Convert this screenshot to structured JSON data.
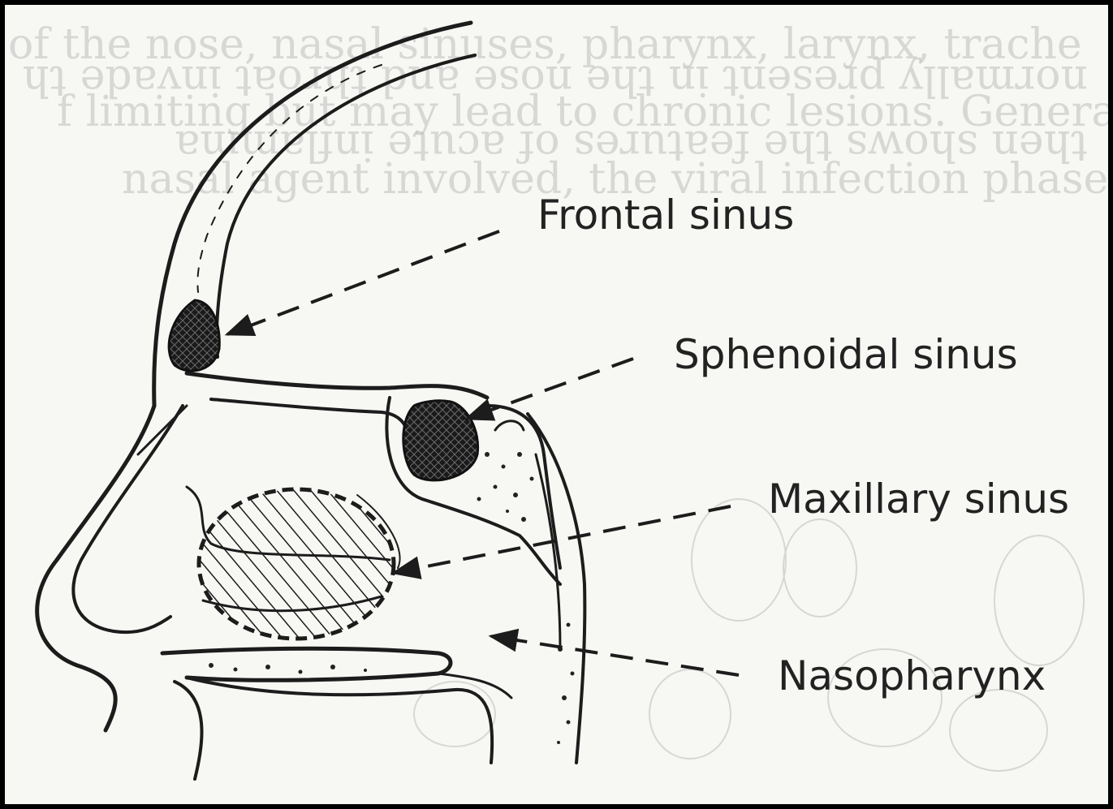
{
  "labels": {
    "frontal": "Frontal sinus",
    "sphenoidal": "Sphenoidal sinus",
    "maxillary": "Maxillary sinus",
    "nasopharynx": "Nasopharynx"
  },
  "bleed_through_text": [
    "of the nose, nasal sinuses, pharynx, larynx, trache",
    "f limiting but may lead to chronic lesions. Generall",
    "normally present in the nose and throat invade th",
    "then shows the features of acute inflamma",
    "nasal agent involved, the viral infection phase and th"
  ],
  "colors": {
    "paper": "#f7f7f4",
    "ink": "#1c1c1c",
    "frame": "#000000"
  }
}
